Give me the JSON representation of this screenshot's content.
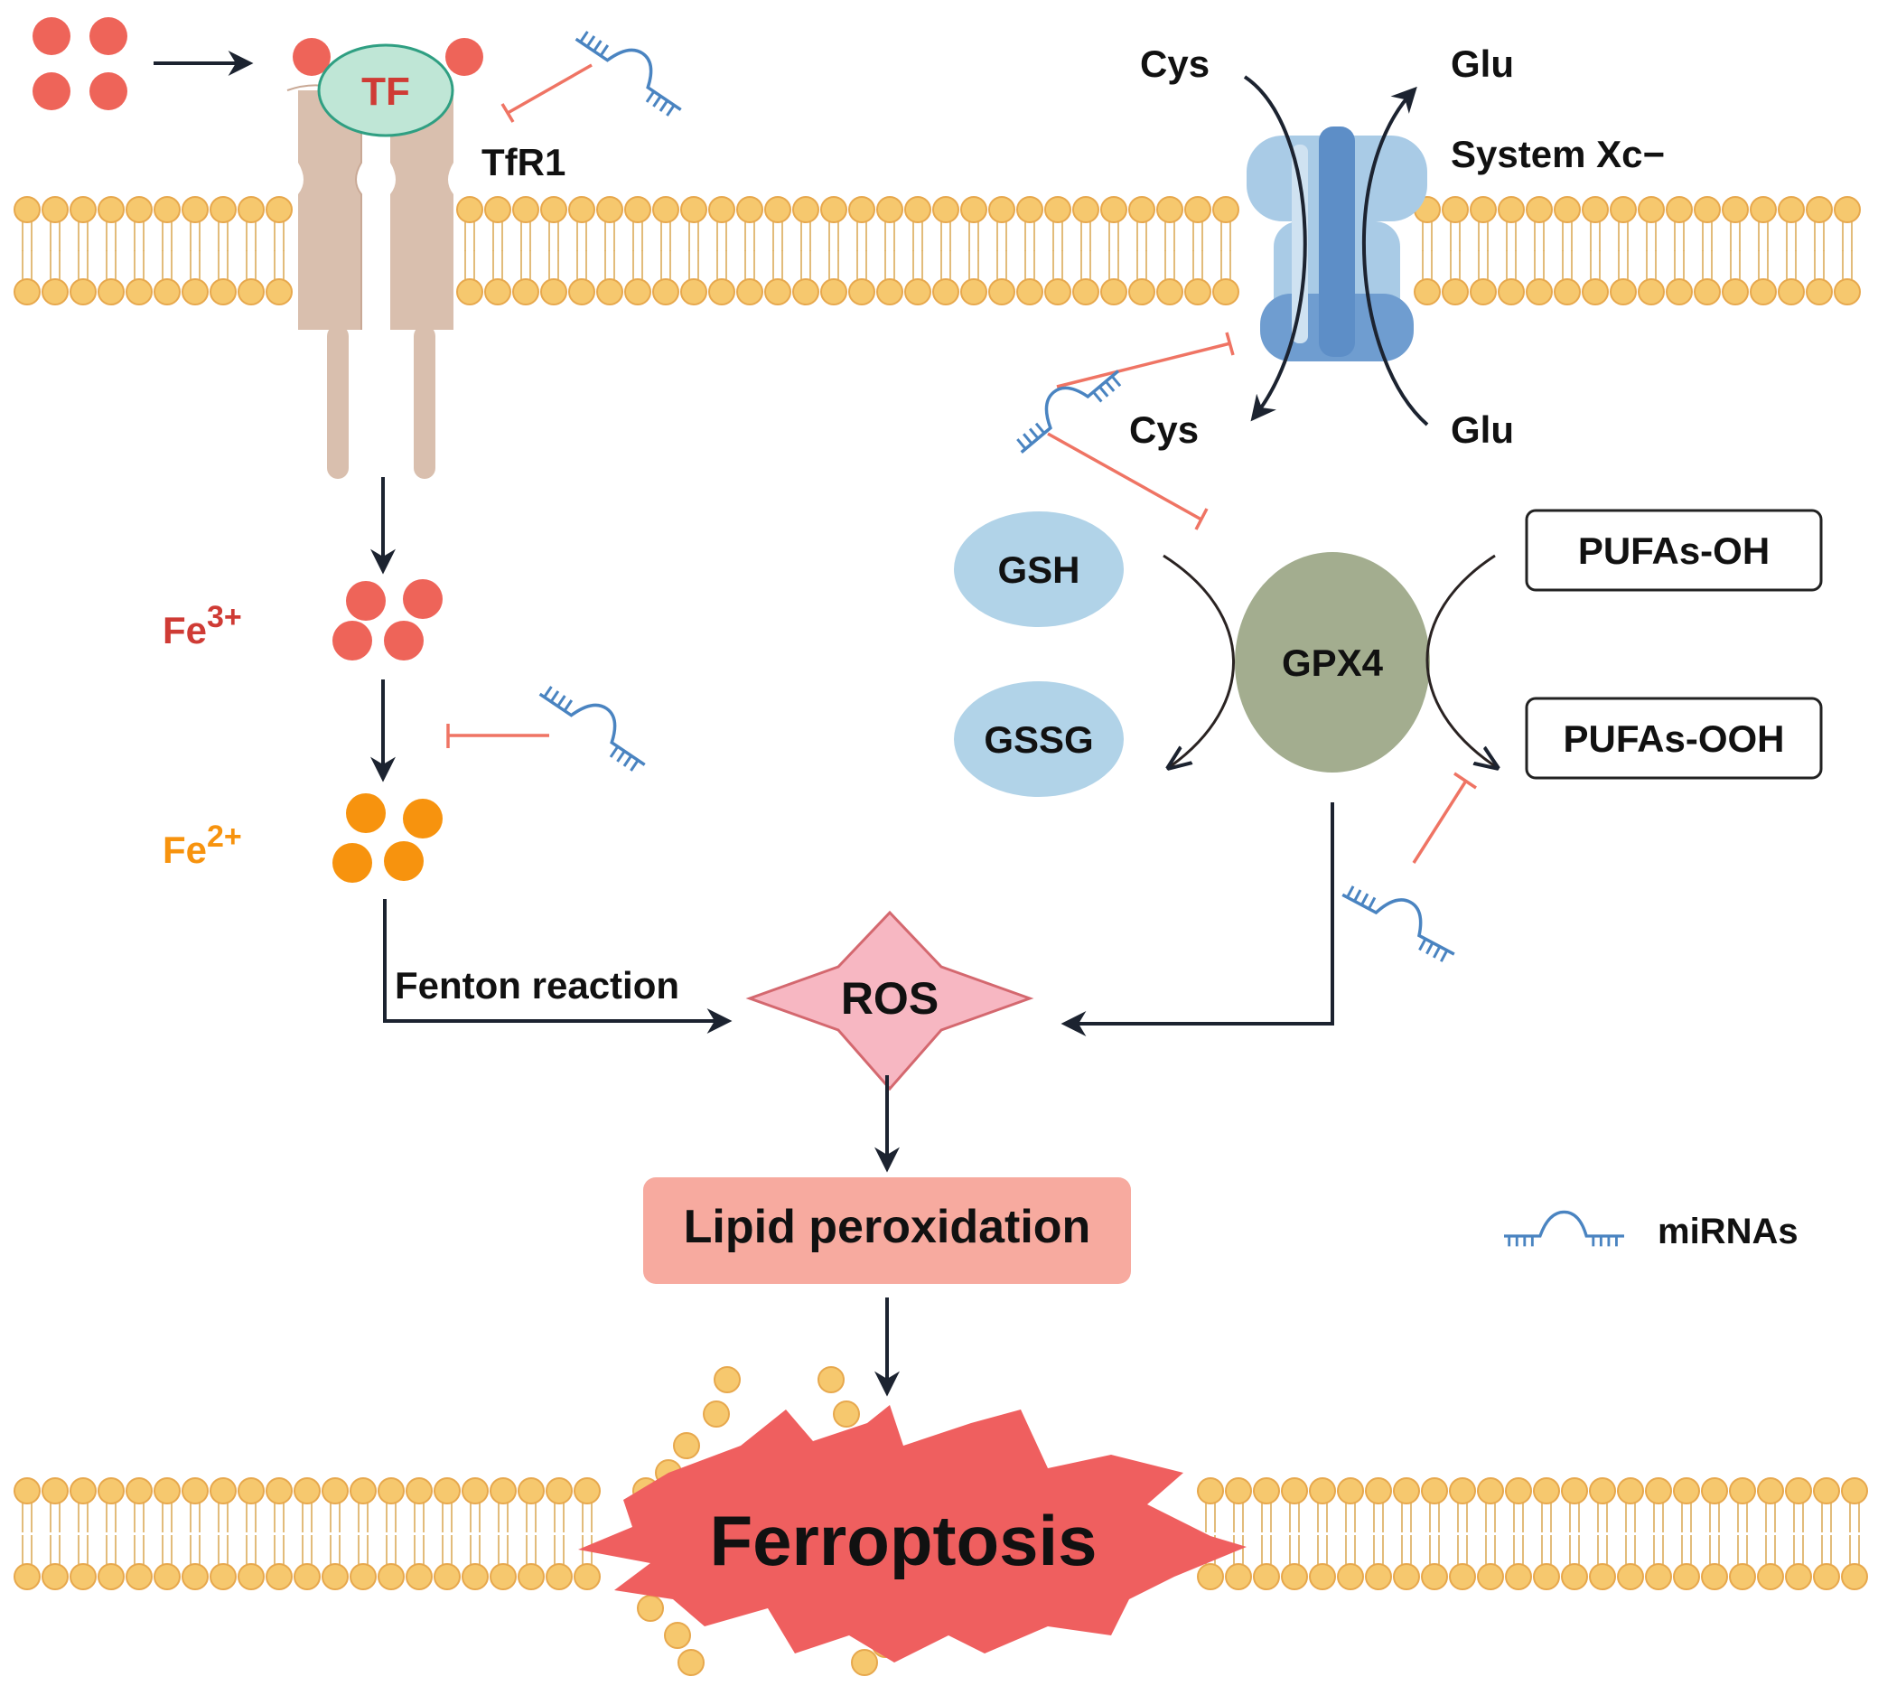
{
  "labels": {
    "tf": "TF",
    "tfr1": "TfR1",
    "fe3": {
      "base": "Fe",
      "sup": "3+"
    },
    "fe2": {
      "base": "Fe",
      "sup": "2+"
    },
    "cys_top": "Cys",
    "glu_top": "Glu",
    "system_xc": "System Xc−",
    "cys_bottom": "Cys",
    "glu_bottom": "Glu",
    "gsh": "GSH",
    "gssg": "GSSG",
    "gpx4": "GPX4",
    "pufas_oh": "PUFAs-OH",
    "pufas_ooh": "PUFAs-OOH",
    "fenton": "Fenton reaction",
    "ros": "ROS",
    "lipid_peroxidation": "Lipid peroxidation",
    "ferroptosis": "Ferroptosis",
    "legend_mirnas": "miRNAs"
  },
  "colors": {
    "iron3": "#ee6459",
    "iron2": "#f7930e",
    "fe3_text": "#cf3b35",
    "fe2_text": "#f7930e",
    "membrane_head": "#f6c86e",
    "membrane_head_stroke": "#e7a84d",
    "receptor": "#d9bfae",
    "tf_fill": "#bfe6d6",
    "tf_stroke": "#2f9f82",
    "transporter": "#a9cbe6",
    "transporter_dark": "#5d8ec7",
    "gsh_fill": "#b1d3e8",
    "gpx4_fill": "#a3ad8f",
    "ros_fill": "#f7b7c2",
    "ros_stroke": "#d4686f",
    "lipid_box": "#f7aa9f",
    "ferroptosis_burst": "#ef5f5f",
    "inhibition": "#ef7464",
    "mirna": "#4a84c1",
    "arrow": "#1c2330"
  }
}
